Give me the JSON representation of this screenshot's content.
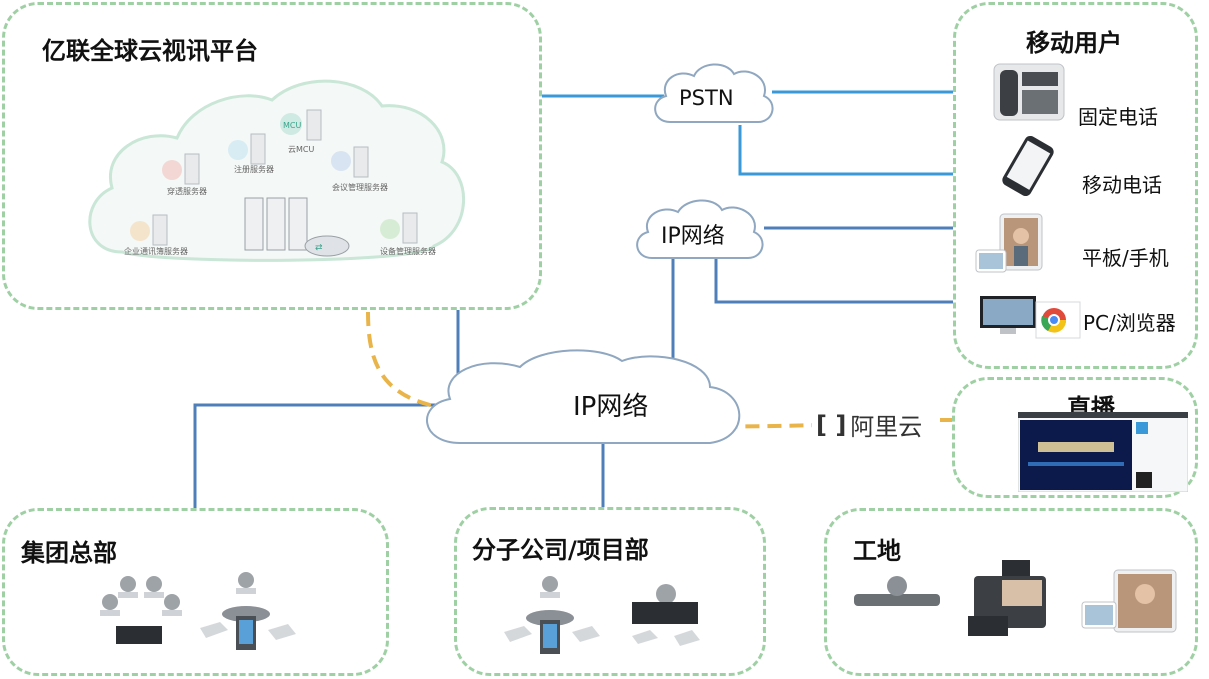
{
  "platform": {
    "title": "亿联全球云视讯平台",
    "servers": [
      {
        "label": "穿透服务器"
      },
      {
        "label": "注册服务器"
      },
      {
        "label": "云MCU"
      },
      {
        "label": "会议管理服务器"
      },
      {
        "label": "企业通讯簿服务器"
      },
      {
        "label": "设备管理服务器"
      }
    ],
    "mcu_badge": "MCU"
  },
  "clouds": {
    "pstn": "PSTN",
    "ip_upper": "IP网络",
    "ip_main": "IP网络"
  },
  "mobile": {
    "title": "移动用户",
    "items": [
      {
        "label": "固定电话",
        "icon": "desk-phone-icon"
      },
      {
        "label": "移动电话",
        "icon": "smartphone-icon"
      },
      {
        "label": "平板/手机",
        "icon": "tablet-icon"
      },
      {
        "label": "PC/浏览器",
        "icon": "pc-browser-icon"
      }
    ]
  },
  "live": {
    "title": "直播",
    "provider": "阿里云"
  },
  "sites": [
    {
      "title": "集团总部"
    },
    {
      "title": "分子公司/项目部"
    },
    {
      "title": "工地"
    }
  ],
  "colors": {
    "box_border": "#9fd0a4",
    "blue_line": "#3a9ad9",
    "steel_line": "#4f7fb8",
    "live_line": "#e9b54a"
  }
}
